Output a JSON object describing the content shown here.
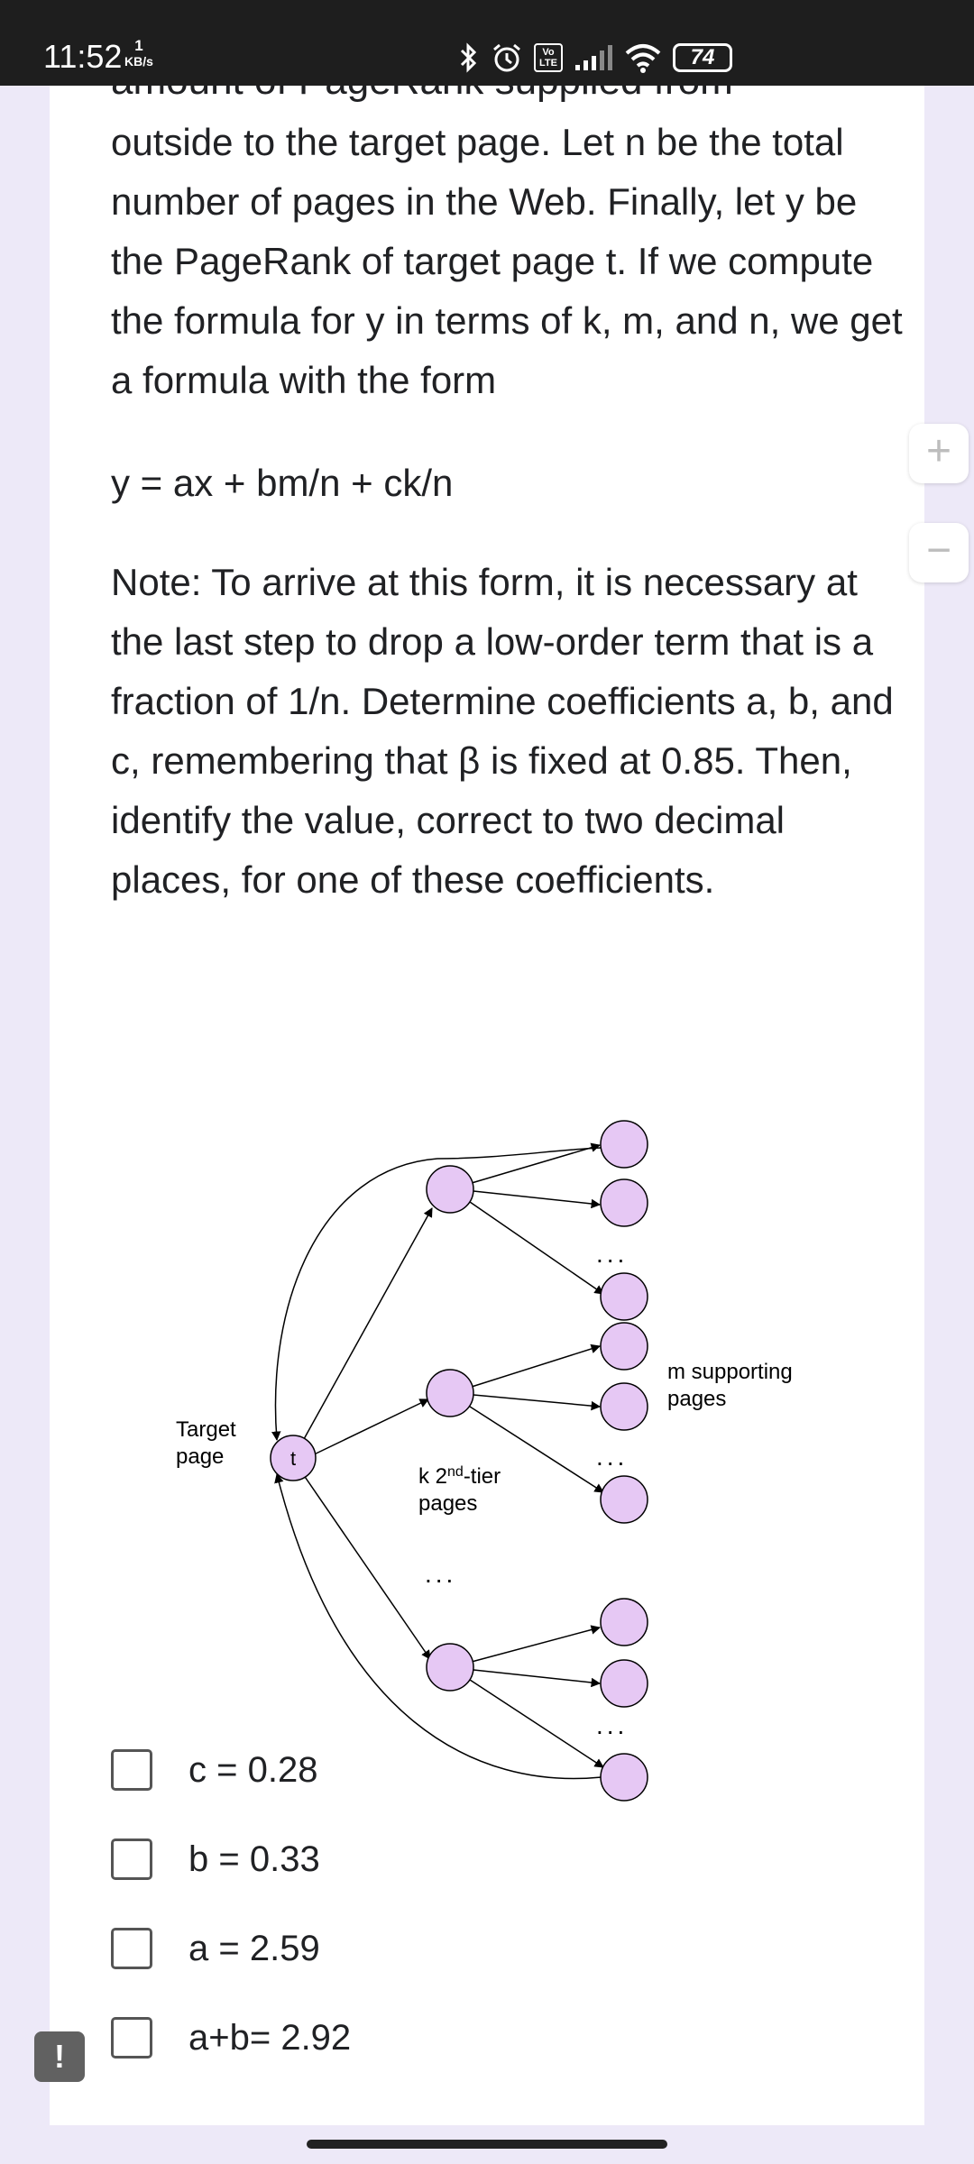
{
  "status_bar": {
    "time": "11:52",
    "net_speed_value": "1",
    "net_speed_unit": "KB/s",
    "volte_label": "Vo LTE",
    "battery": "74"
  },
  "content": {
    "cut_line": "amount of PageRank supplied from",
    "paragraph1": "outside to the target page. Let n be the total number of pages in the Web. Finally, let y be the PageRank of target page t. If we compute the formula for y in terms of k, m, and n, we get a formula with the form",
    "formula": "y = ax + bm/n + ck/n",
    "paragraph2": "Note: To arrive at this form, it is necessary at the last step to drop a low-order term that is a fraction of 1/n. Determine coefficients a, b, and c, remembering that β is fixed at 0.85. Then, identify the value, correct to two decimal places, for one of these coefficients."
  },
  "diagram": {
    "target_label_line1": "Target",
    "target_label_line2": "page",
    "target_node": "t",
    "second_tier_label_k": "k 2",
    "second_tier_label_sup": "nd",
    "second_tier_label_rest": "-tier",
    "second_tier_label_line2": "pages",
    "supporting_label_line1": "m supporting",
    "supporting_label_line2": "pages",
    "ellipsis": "...",
    "node_fill": "#e6c8f4"
  },
  "options": [
    {
      "label": "c = 0.28"
    },
    {
      "label": "b = 0.33"
    },
    {
      "label": "a = 2.59"
    },
    {
      "label": "a+b= 2.92"
    }
  ],
  "controls": {
    "zoom_in": "+",
    "zoom_out": "−",
    "feedback": "!"
  }
}
